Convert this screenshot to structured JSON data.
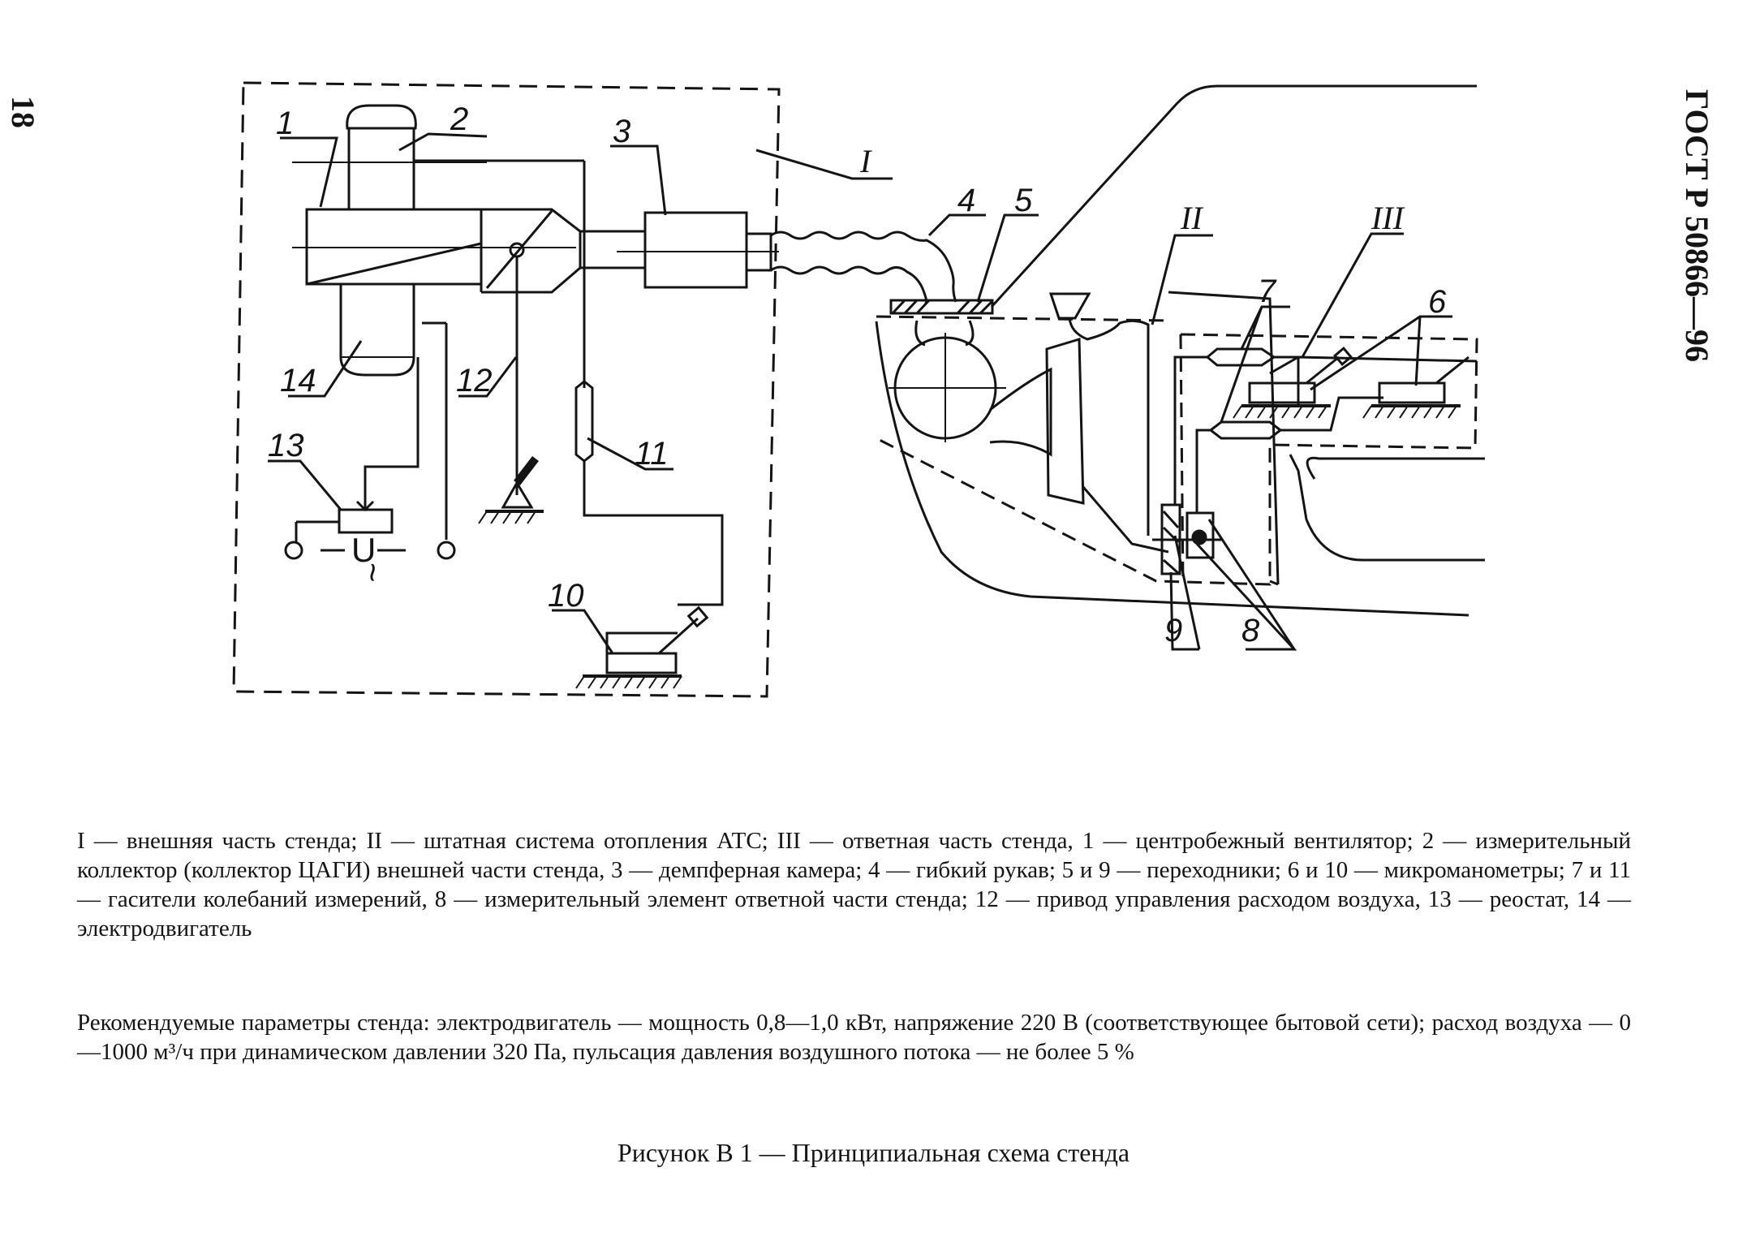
{
  "page": {
    "number": "18",
    "document_code": "ГОСТ Р 50866—96"
  },
  "diagram": {
    "labels": [
      "1",
      "2",
      "3",
      "4",
      "5",
      "6",
      "7",
      "8",
      "9",
      "10",
      "11",
      "12",
      "13",
      "14"
    ],
    "region_labels": [
      "I",
      "II",
      "III"
    ],
    "voltage_symbol": "U",
    "ac_symbol": "~"
  },
  "legend": "I — внешняя часть стенда; II — штатная система отопления АТС; III — ответная часть стенда, 1 — центробежный вентилятор; 2 — измерительный коллектор (коллектор ЦАГИ) внешней части стенда, 3 — демпферная камера; 4 — гибкий рукав; 5 и 9 — переходники; 6 и 10 — микроманометры; 7 и 11 — гасители колебаний измерений, 8 — измерительный элемент ответной части стенда; 12 — привод управления расходом воздуха, 13 — реостат, 14 — электродвигатель",
  "params": "Рекомендуемые параметры стенда: электродвигатель — мощность 0,8—1,0 кВт, напряжение 220 В (соответствующее бытовой сети); расход воздуха — 0—1000 м³/ч при динамическом давлении 320 Па, пульсация давления воздушного потока — не более 5 %",
  "caption": "Рисунок В 1 — Принципиальная схема стенда"
}
